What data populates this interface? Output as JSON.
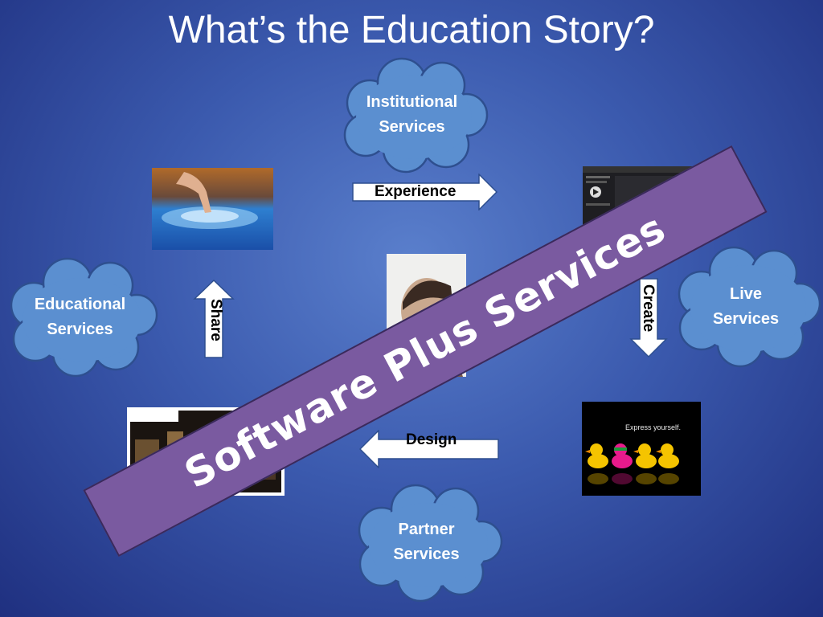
{
  "title": "What’s the Education Story?",
  "clouds": {
    "institutional": {
      "line1": "Institutional",
      "line2": "Services"
    },
    "educational": {
      "line1": "Educational",
      "line2": "Services"
    },
    "live": {
      "line1": "Live",
      "line2": "Services"
    },
    "partner": {
      "line1": "Partner",
      "line2": "Services"
    }
  },
  "arrows": {
    "experience": "Experience",
    "create": "Create",
    "design": "Design",
    "share": "Share"
  },
  "photos": {
    "ducks_caption": "Express yourself."
  },
  "banner": "Software Plus Services",
  "colors": {
    "background": "#3b5aae",
    "cloud_fill": "#5b8fd0",
    "cloud_stroke": "#2e4f8f",
    "banner": "#7a5aa0"
  }
}
